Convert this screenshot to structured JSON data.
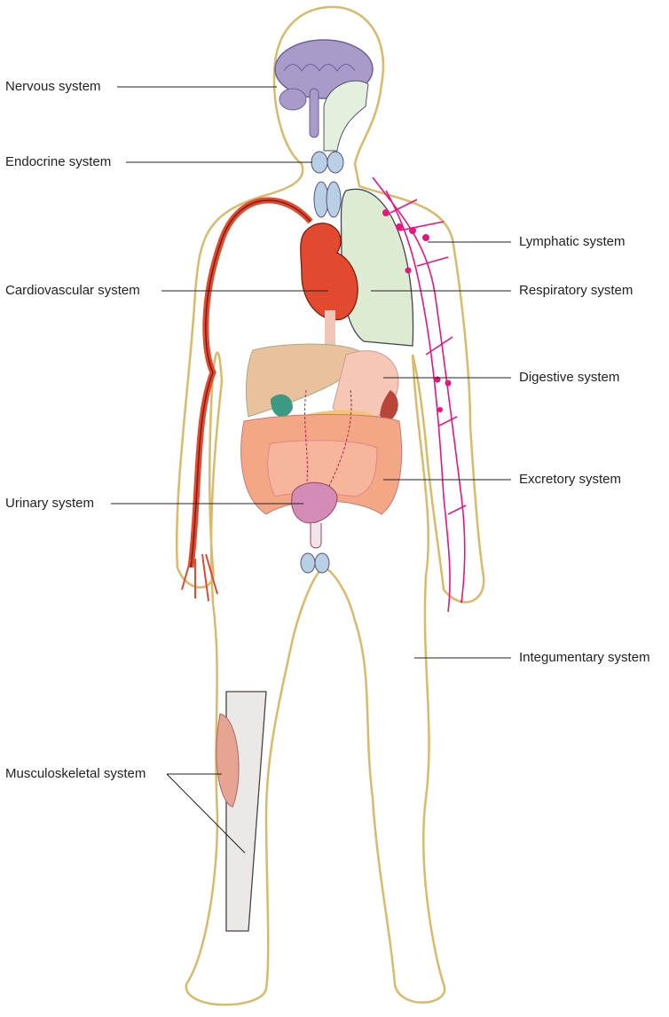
{
  "labels": {
    "nervous": "Nervous system",
    "endocrine": "Endocrine system",
    "cardiovascular": "Cardiovascular system",
    "urinary": "Urinary system",
    "musculoskeletal": "Musculoskeletal system",
    "lymphatic": "Lymphatic system",
    "respiratory": "Respiratory system",
    "digestive": "Digestive system",
    "excretory": "Excretory system",
    "integumentary": "Integumentary system"
  },
  "colors": {
    "skin_outline": "#d9b96a",
    "nervous": "#a99bc9",
    "endocrine": "#b9cfe6",
    "cardiovascular": "#e2492f",
    "respiratory": "#dcebd2",
    "lymphatic": "#e8157f",
    "digestive": "#e9b48e",
    "excretory": "#f3a785",
    "urinary": "#d48bb5",
    "muscle": "#e8a493",
    "bone": "#ece8e6"
  }
}
